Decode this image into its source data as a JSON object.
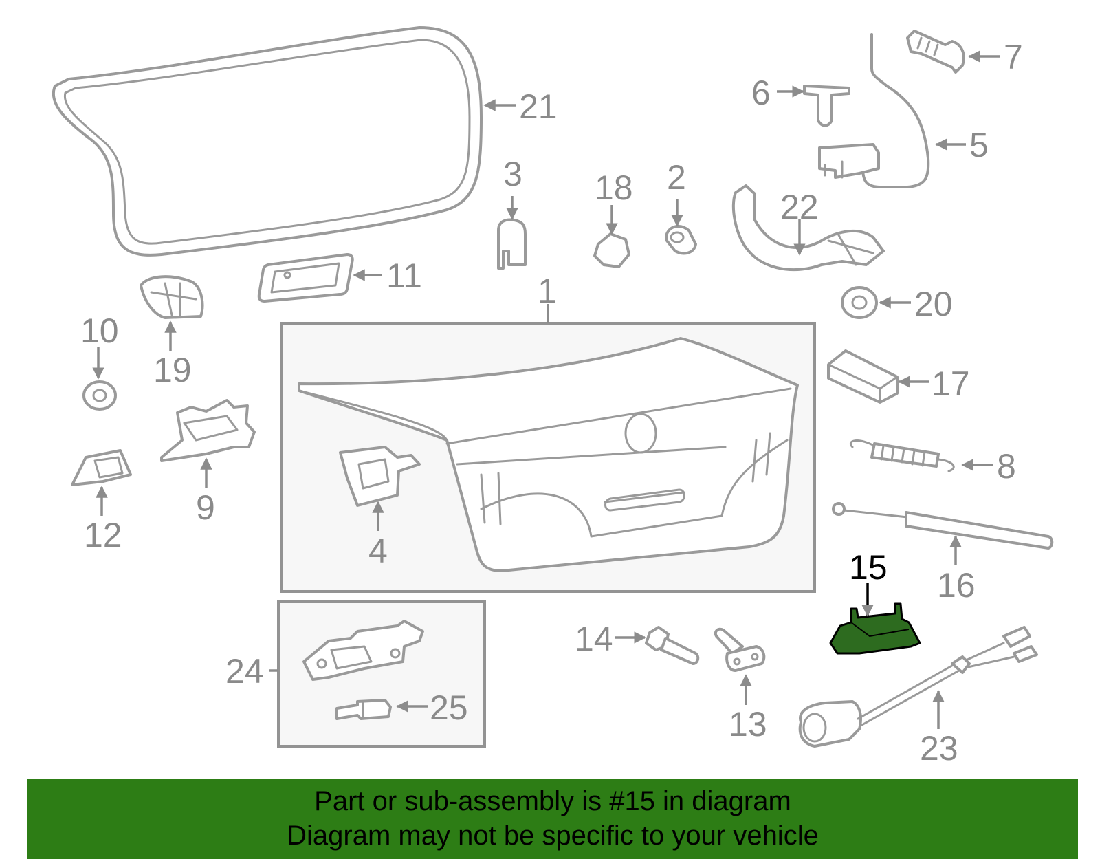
{
  "diagram": {
    "highlight_color": "#2d6b1f",
    "callouts": [
      "1",
      "2",
      "3",
      "4",
      "5",
      "6",
      "7",
      "8",
      "9",
      "10",
      "11",
      "12",
      "13",
      "14",
      "15",
      "16",
      "17",
      "18",
      "19",
      "20",
      "21",
      "22",
      "23",
      "24",
      "25"
    ],
    "highlighted_callout": "15"
  },
  "banner": {
    "background": "#2d7d15",
    "line1": "Part or sub-assembly is #15 in diagram",
    "line2": "Diagram may not be specific to your vehicle"
  }
}
